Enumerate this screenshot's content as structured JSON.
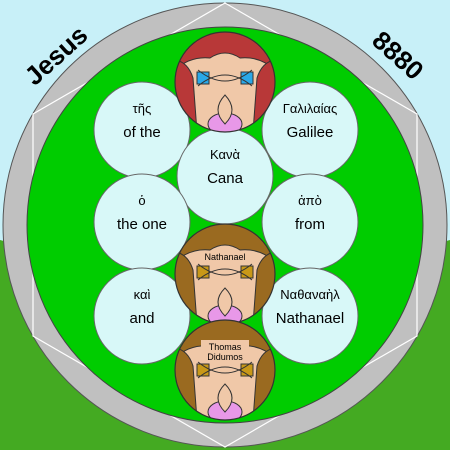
{
  "corner_left": "Jesus",
  "corner_right": "8880",
  "circles": {
    "top_left": {
      "greek": "τῆς",
      "english": "of the"
    },
    "top_right": {
      "greek": "Γαλιλαίας",
      "english": "Galilee"
    },
    "center": {
      "greek": "Κανὰ",
      "english": "Cana"
    },
    "mid_left": {
      "greek": "ὁ",
      "english": "the one"
    },
    "mid_right": {
      "greek": "ἀπὸ",
      "english": "from"
    },
    "bottom_left": {
      "greek": "καὶ",
      "english": "and"
    },
    "bottom_right": {
      "greek": "Ναθαναὴλ",
      "english": "Nathanael"
    }
  },
  "faces": {
    "middle_label": "Nathanael",
    "bottom_label_line1": "Thomas",
    "bottom_label_line2": "Didumos"
  },
  "colors": {
    "sky": "#c8f0f8",
    "grass": "#44aa22",
    "ring": "#c0c0c0",
    "disc": "#00cc00",
    "bubble": "#d8f8f8",
    "skin": "#f0c8a8",
    "hair_top": "#b83838",
    "hair_lower": "#9a6a20",
    "eye_blue": "#2aa8e8",
    "eye_gold": "#c89818",
    "chin": "#e898e8"
  }
}
